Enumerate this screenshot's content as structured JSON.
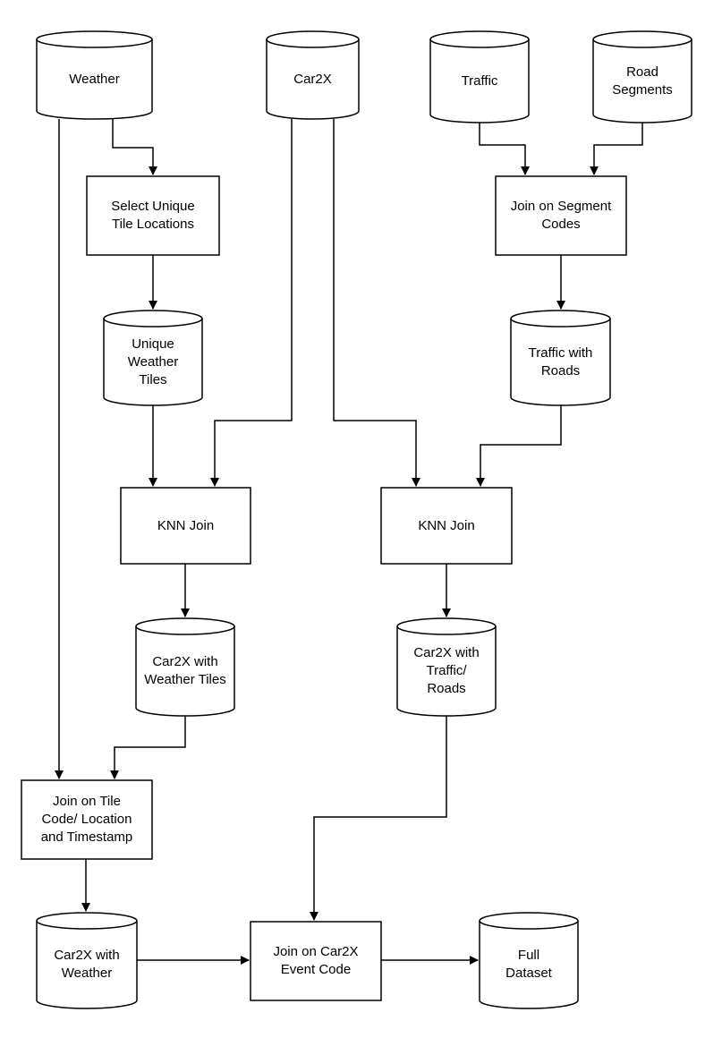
{
  "nodes": {
    "weather": {
      "label": "Weather"
    },
    "car2x": {
      "label": "Car2X"
    },
    "traffic": {
      "label": "Traffic"
    },
    "road_segments": {
      "label": "Road\nSegments"
    },
    "select_unique": {
      "label": "Select Unique\nTile Locations"
    },
    "join_segment": {
      "label": "Join on Segment\nCodes"
    },
    "unique_weather": {
      "label": "Unique\nWeather\nTiles"
    },
    "traffic_roads": {
      "label": "Traffic with\nRoads"
    },
    "knn_left": {
      "label": "KNN Join"
    },
    "knn_right": {
      "label": "KNN Join"
    },
    "car2x_weather_tiles": {
      "label": "Car2X with\nWeather Tiles"
    },
    "car2x_traffic_roads": {
      "label": "Car2X with\nTraffic/\nRoads"
    },
    "join_tile": {
      "label": "Join on Tile\nCode/ Location\nand Timestamp"
    },
    "car2x_weather": {
      "label": "Car2X with\nWeather"
    },
    "join_event": {
      "label": "Join on Car2X\nEvent Code"
    },
    "full_dataset": {
      "label": "Full\nDataset"
    }
  }
}
